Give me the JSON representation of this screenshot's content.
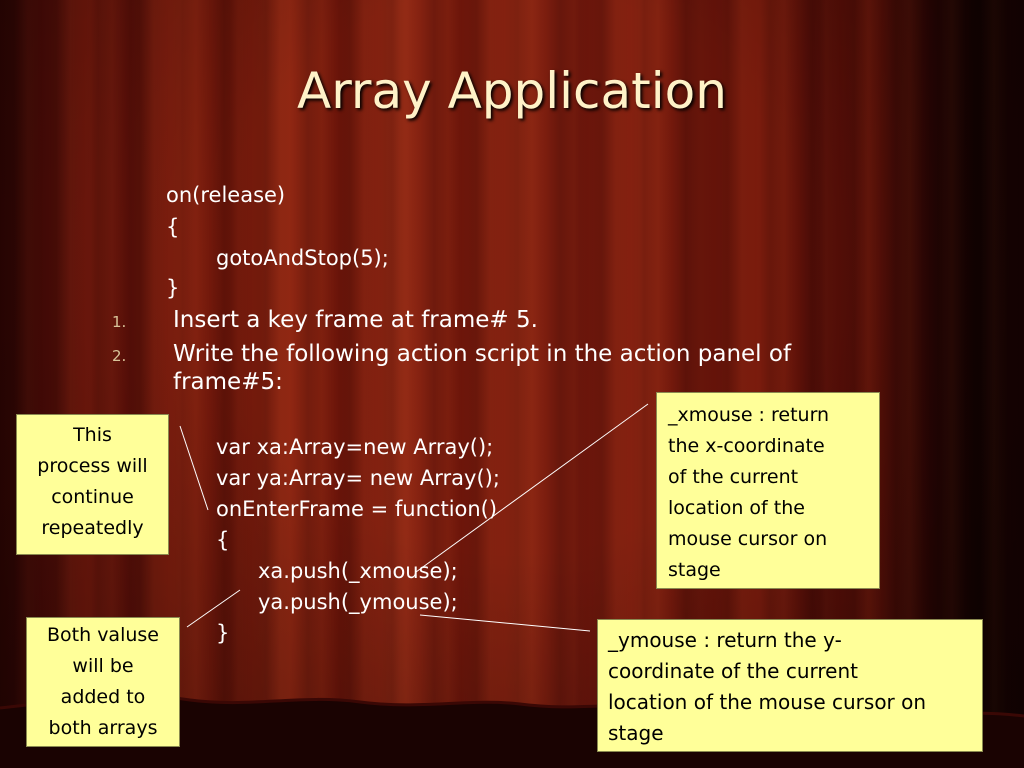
{
  "slide": {
    "title": "Array Application"
  },
  "code_block_1": [
    "on(release)",
    "{",
    "gotoAndStop(5);",
    "}"
  ],
  "steps": [
    {
      "number": "1.",
      "text": "Insert a key frame at frame# 5."
    },
    {
      "number": "2.",
      "text_line1": "Write the following action script in the action panel of",
      "text_line2": "frame#5:"
    }
  ],
  "code_block_2": [
    "var xa:Array=new Array();",
    "var ya:Array= new Array();",
    "onEnterFrame = function()",
    "{",
    "xa.push(_xmouse);",
    "ya.push(_ymouse);",
    "}"
  ],
  "callouts": {
    "repeat": [
      "This",
      "process will",
      "continue",
      "repeatedly"
    ],
    "both_values": [
      "Both valuse",
      "will be",
      "added to",
      "both arrays"
    ],
    "xmouse": [
      "_xmouse : return",
      "the x-coordinate",
      "of the current",
      "location of the",
      "mouse cursor on",
      "stage"
    ],
    "ymouse": [
      "_ymouse : return the y-",
      "coordinate of the current",
      "location of the mouse cursor on",
      "stage"
    ]
  },
  "colors": {
    "title": "#fff2c8",
    "body_text": "#ffffff",
    "callout_fill": "#ffff99",
    "list_number": "#d9c49a"
  }
}
